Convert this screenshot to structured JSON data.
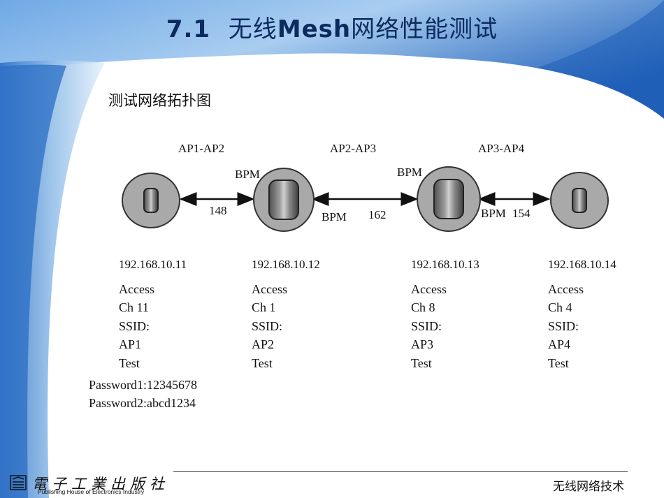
{
  "slide": {
    "title_num": "7.1",
    "title_zh_1": "无线",
    "title_en": "Mesh",
    "title_zh_2": "网络性能测试",
    "subtitle": "测试网络拓扑图"
  },
  "topology": {
    "links": [
      {
        "label": "AP1-AP2",
        "metric": "148"
      },
      {
        "label": "AP2-AP3",
        "metric": "162"
      },
      {
        "label": "AP3-AP4",
        "metric": "154"
      }
    ],
    "bpm_labels": [
      "BPM",
      "BPM",
      "BPM",
      "BPM"
    ],
    "nodes": [
      {
        "ip": "192.168.10.11",
        "access": "Access",
        "channel": "Ch 11",
        "ssid": "SSID:",
        "ap": "AP1",
        "test": "Test"
      },
      {
        "ip": "192.168.10.12",
        "access": "Access",
        "channel": "Ch 1",
        "ssid": "SSID:",
        "ap": "AP2",
        "test": "Test"
      },
      {
        "ip": "192.168.10.13",
        "access": "Access",
        "channel": "Ch 8",
        "ssid": "SSID:",
        "ap": "AP3",
        "test": "Test"
      },
      {
        "ip": "192.168.10.14",
        "access": "Access",
        "channel": "Ch 4",
        "ssid": "SSID:",
        "ap": "AP4",
        "test": "Test"
      }
    ]
  },
  "passwords": [
    "Password1:12345678",
    "Password2:abcd1234"
  ],
  "footer": {
    "publisher_zh": "電子工業出版社",
    "publisher_en": "Publishing House of Electronics Industry",
    "course": "无线网络技术"
  },
  "colors": {
    "banner_light": "#a9cdf0",
    "banner_dark": "#1f5fb8",
    "title": "#0b2a5e",
    "node_fill": "#a9a9a9"
  }
}
